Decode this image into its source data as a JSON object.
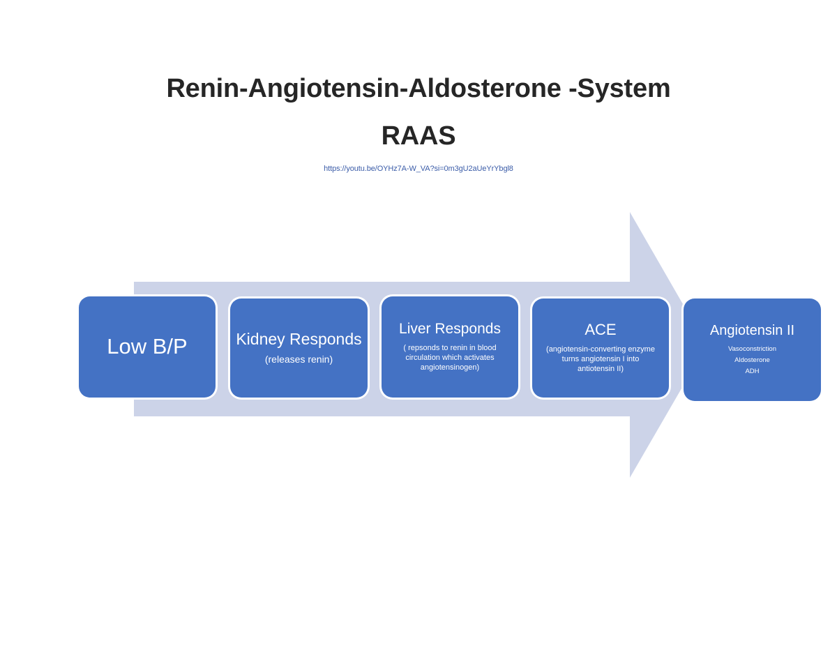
{
  "slide": {
    "title_line_1": "Renin-Angiotensin-Aldosterone -System",
    "title_line_2": "RAAS",
    "link": "https://youtu.be/OYHz7A-W_VA?si=0m3gU2aUeYrYbgl8"
  },
  "colors": {
    "box_fill": "#4472c4",
    "arrow_fill": "#ccd3e8",
    "title_text": "#262626",
    "link_text": "#3b5ca8",
    "box_text": "#ffffff"
  },
  "process": {
    "steps": [
      {
        "head": "Low B/P",
        "sub": ""
      },
      {
        "head": "Kidney Responds",
        "sub": "(releases renin)"
      },
      {
        "head": "Liver Responds",
        "sub": "( repsonds to renin in blood circulation which activates angiotensinogen)"
      },
      {
        "head": "ACE",
        "sub": "(angiotensin-converting enzyme turns angiotensin I into antiotensin II)"
      },
      {
        "head": "Angiotensin II",
        "sub": "Vasoconstriction\nAldosterone\nADH"
      }
    ]
  }
}
